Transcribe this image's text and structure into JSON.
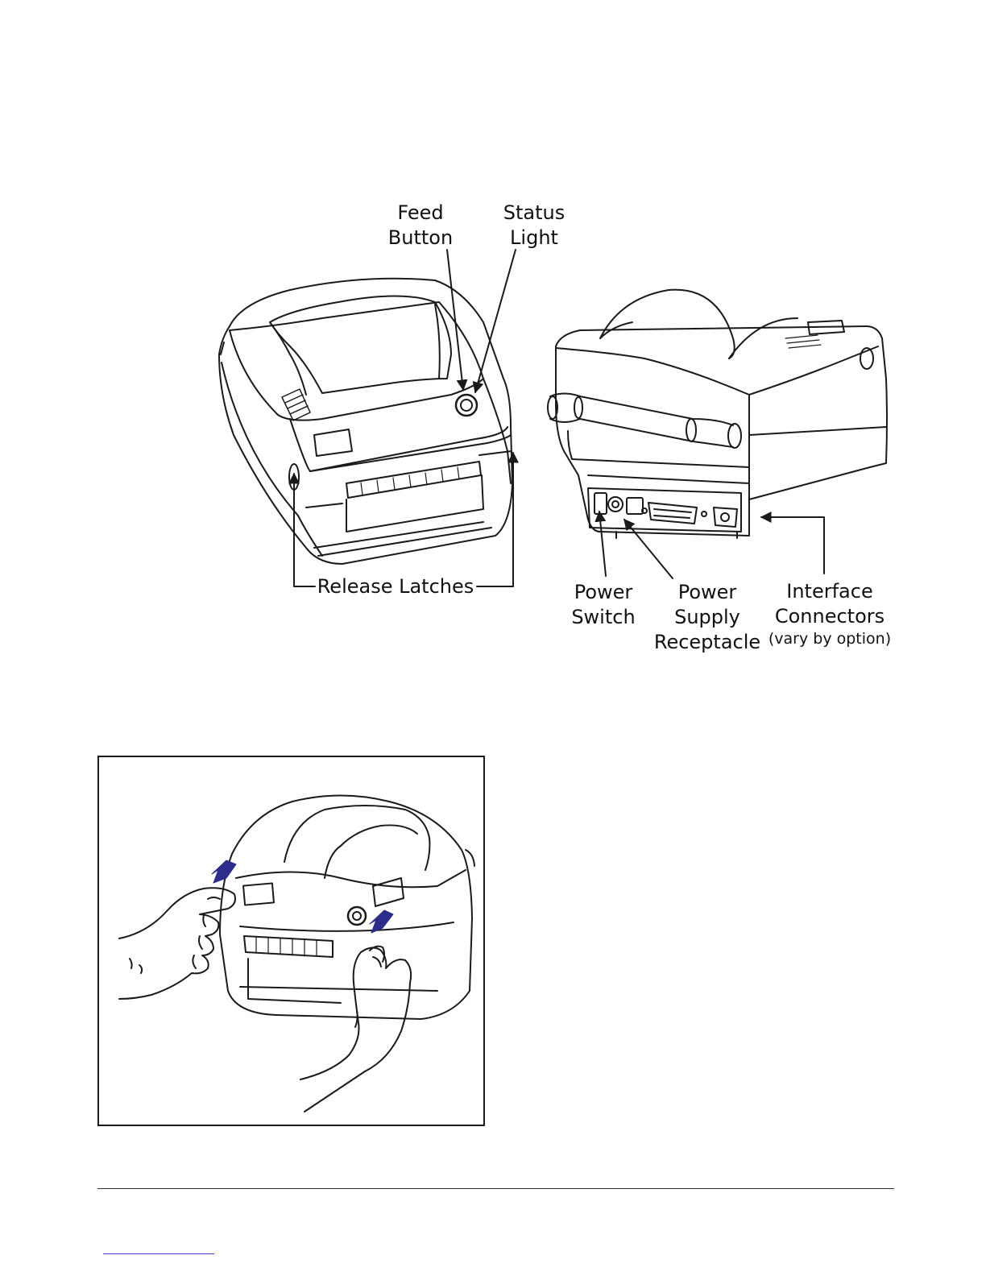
{
  "figure1": {
    "labels": {
      "feed_button": [
        "Feed",
        "Button"
      ],
      "status_light": [
        "Status",
        "Light"
      ],
      "release_latches": "Release Latches",
      "power_switch": [
        "Power",
        "Switch"
      ],
      "power_supply": [
        "Power",
        "Supply",
        "Receptacle"
      ],
      "interface": [
        "Interface",
        "Connectors"
      ],
      "interface_note": "(vary by option)"
    }
  },
  "colors": {
    "line": "#1a1a1a",
    "arrow_accent": "#2b2c8c",
    "link_underline": "#3a3ad0"
  }
}
